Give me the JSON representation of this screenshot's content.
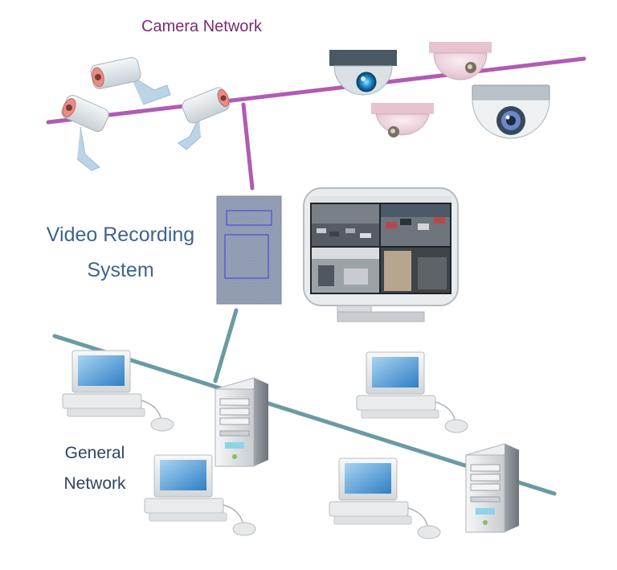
{
  "labels": {
    "camera_network": "Camera Network",
    "video_recording_line1": "Video Recording",
    "video_recording_line2": "System",
    "general_network_line1": "General",
    "general_network_line2": "Network"
  },
  "colors": {
    "camera_network_line": "#b15bb3",
    "camera_network_text": "#7b2a78",
    "video_recording_text": "#3f6390",
    "general_network_line": "#6b9aa4",
    "general_network_text": "#2f4462",
    "recorder_box": "#8e99b0"
  },
  "icons": {
    "bullet_camera": "bullet-camera-icon",
    "dome_camera": "dome-camera-icon",
    "recorder": "recorder-icon",
    "monitor": "monitor-icon",
    "workstation": "workstation-icon",
    "server": "server-icon"
  }
}
